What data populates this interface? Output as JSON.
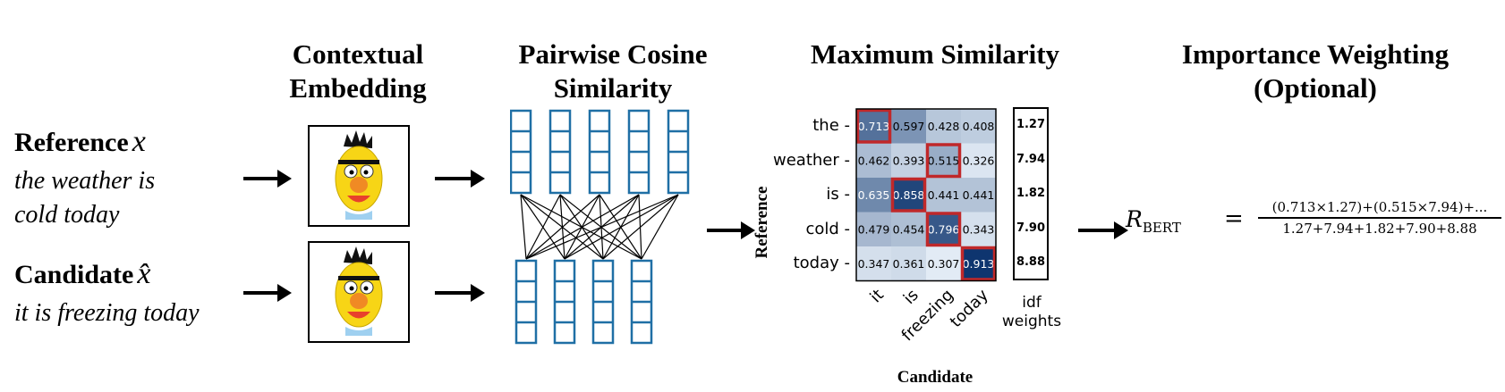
{
  "headings": {
    "contextual": [
      "Contextual",
      "Embedding"
    ],
    "pairwise": [
      "Pairwise Cosine",
      "Similarity"
    ],
    "maxsim": [
      "Maximum Similarity"
    ],
    "importance": [
      "Importance Weighting",
      "(Optional)"
    ]
  },
  "reference": {
    "label": "Reference",
    "symbol": "x",
    "lines": [
      "the weather is",
      "cold today"
    ]
  },
  "candidate": {
    "label": "Candidate",
    "symbol": "x̂",
    "lines": [
      "it is freezing today"
    ]
  },
  "matrix": {
    "row_labels": [
      "the",
      "weather",
      "is",
      "cold",
      "today"
    ],
    "col_labels": [
      "it",
      "is",
      "freezing",
      "today"
    ],
    "values": [
      [
        0.713,
        0.597,
        0.428,
        0.408
      ],
      [
        0.462,
        0.393,
        0.515,
        0.326
      ],
      [
        0.635,
        0.858,
        0.441,
        0.441
      ],
      [
        0.479,
        0.454,
        0.796,
        0.343
      ],
      [
        0.347,
        0.361,
        0.307,
        0.913
      ]
    ],
    "value_text": [
      [
        "0.713",
        "0.597",
        "0.428",
        "0.408"
      ],
      [
        "0.462",
        "0.393",
        "0.515",
        "0.326"
      ],
      [
        "0.635",
        "0.858",
        "0.441",
        "0.441"
      ],
      [
        "0.479",
        "0.454",
        "0.796",
        "0.343"
      ],
      [
        "0.347",
        "0.361",
        "0.307",
        "0.913"
      ]
    ],
    "max_index": [
      0,
      2,
      1,
      2,
      3
    ],
    "x_axis_label": "Candidate",
    "y_axis_label": "Reference",
    "idf_values": [
      "1.27",
      "7.94",
      "1.82",
      "7.90",
      "8.88"
    ],
    "idf_label": [
      "idf",
      "weights"
    ],
    "highlight_color": "#c0282a"
  },
  "formula": {
    "lhs": "R",
    "lhs_sub": "BERT",
    "equals": "=",
    "numerator": "(0.713×1.27)+(0.515×7.94)+...",
    "denominator": "1.27+7.94+1.82+7.90+8.88"
  },
  "colors": {
    "embedding_box": "#1f6fa5",
    "face_yellow": "#f7d516",
    "face_nose": "#f08a24",
    "face_mouth": "#e8412c"
  }
}
